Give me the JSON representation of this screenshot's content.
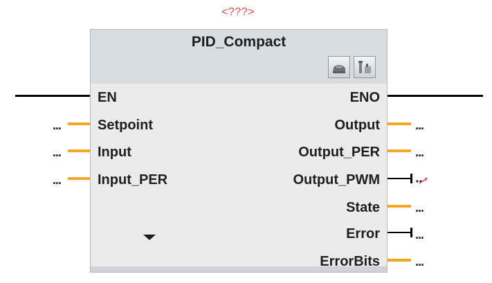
{
  "instance_name": "<???>",
  "block": {
    "title": "PID_Compact",
    "expand_icon": "chevron-down-icon"
  },
  "header_buttons": [
    {
      "name": "commissioning-button",
      "icon": "commissioning-icon"
    },
    {
      "name": "configuration-button",
      "icon": "tools-icon"
    }
  ],
  "inputs": [
    {
      "name": "EN",
      "wire": "boolean",
      "param": ""
    },
    {
      "name": "Setpoint",
      "wire": "real",
      "param": "..."
    },
    {
      "name": "Input",
      "wire": "real",
      "param": "..."
    },
    {
      "name": "Input_PER",
      "wire": "real",
      "param": "..."
    }
  ],
  "outputs": [
    {
      "name": "ENO",
      "wire": "boolean",
      "param": ""
    },
    {
      "name": "Output",
      "wire": "real",
      "param": "..."
    },
    {
      "name": "Output_PER",
      "wire": "real",
      "param": "..."
    },
    {
      "name": "Output_PWM",
      "wire": "bool-pin",
      "param": ""
    },
    {
      "name": "State",
      "wire": "real",
      "param": "..."
    },
    {
      "name": "Error",
      "wire": "bool-pin",
      "param": "..."
    },
    {
      "name": "ErrorBits",
      "wire": "real",
      "param": "..."
    }
  ],
  "colors": {
    "wire_data": "#f5a623",
    "wire_bool": "#000000",
    "instance_name": "#e8474f",
    "header_bg": "#d8dde2",
    "body_bg": "#ebebeb"
  }
}
